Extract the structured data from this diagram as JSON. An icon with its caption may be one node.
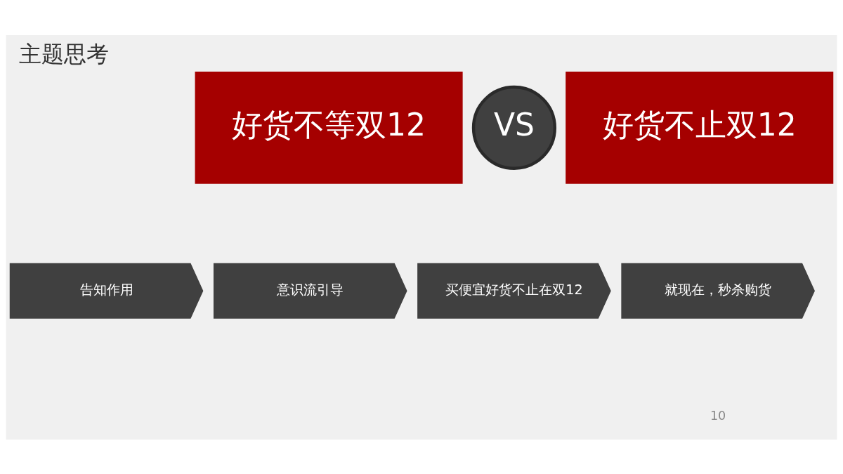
{
  "diagram": {
    "title": "主题思考",
    "nodes": [
      {
        "text": [
          "好货不等双12"
        ]
      },
      {
        "text": [
          "VS"
        ]
      },
      {
        "text": [
          "好货不止双12"
        ]
      },
      {
        "text": [
          "告知作用"
        ]
      },
      {
        "text": [
          "意识流引导"
        ]
      },
      {
        "text": [
          "买便宜好货不止在双12"
        ]
      },
      {
        "text": [
          "就现在，秒杀购货"
        ]
      }
    ],
    "edges": [],
    "labels": [
      "10"
    ]
  }
}
